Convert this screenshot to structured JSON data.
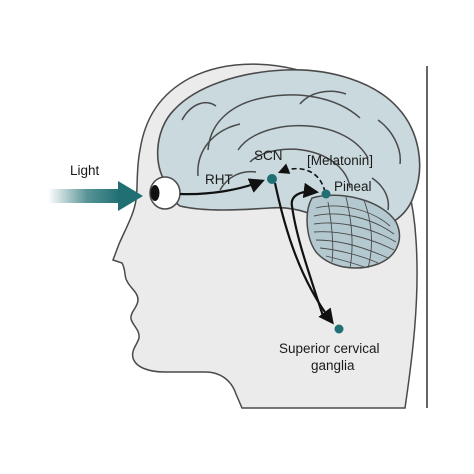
{
  "labels": {
    "light": "Light",
    "rht": "RHT",
    "scn": "SCN",
    "melatonin": "[Melatonin]",
    "pineal": "Pineal",
    "superior_line1": "Superior cervical",
    "superior_line2": "ganglia"
  },
  "colors": {
    "head_fill": "#ebebeb",
    "brain_fill": "#c9d9de",
    "cerebellum_fill": "#b3c8cf",
    "outline": "#4a4a4a",
    "nucleus": "#1f6f73",
    "light_arrow": "#1f6f73",
    "arrow": "#111111"
  }
}
